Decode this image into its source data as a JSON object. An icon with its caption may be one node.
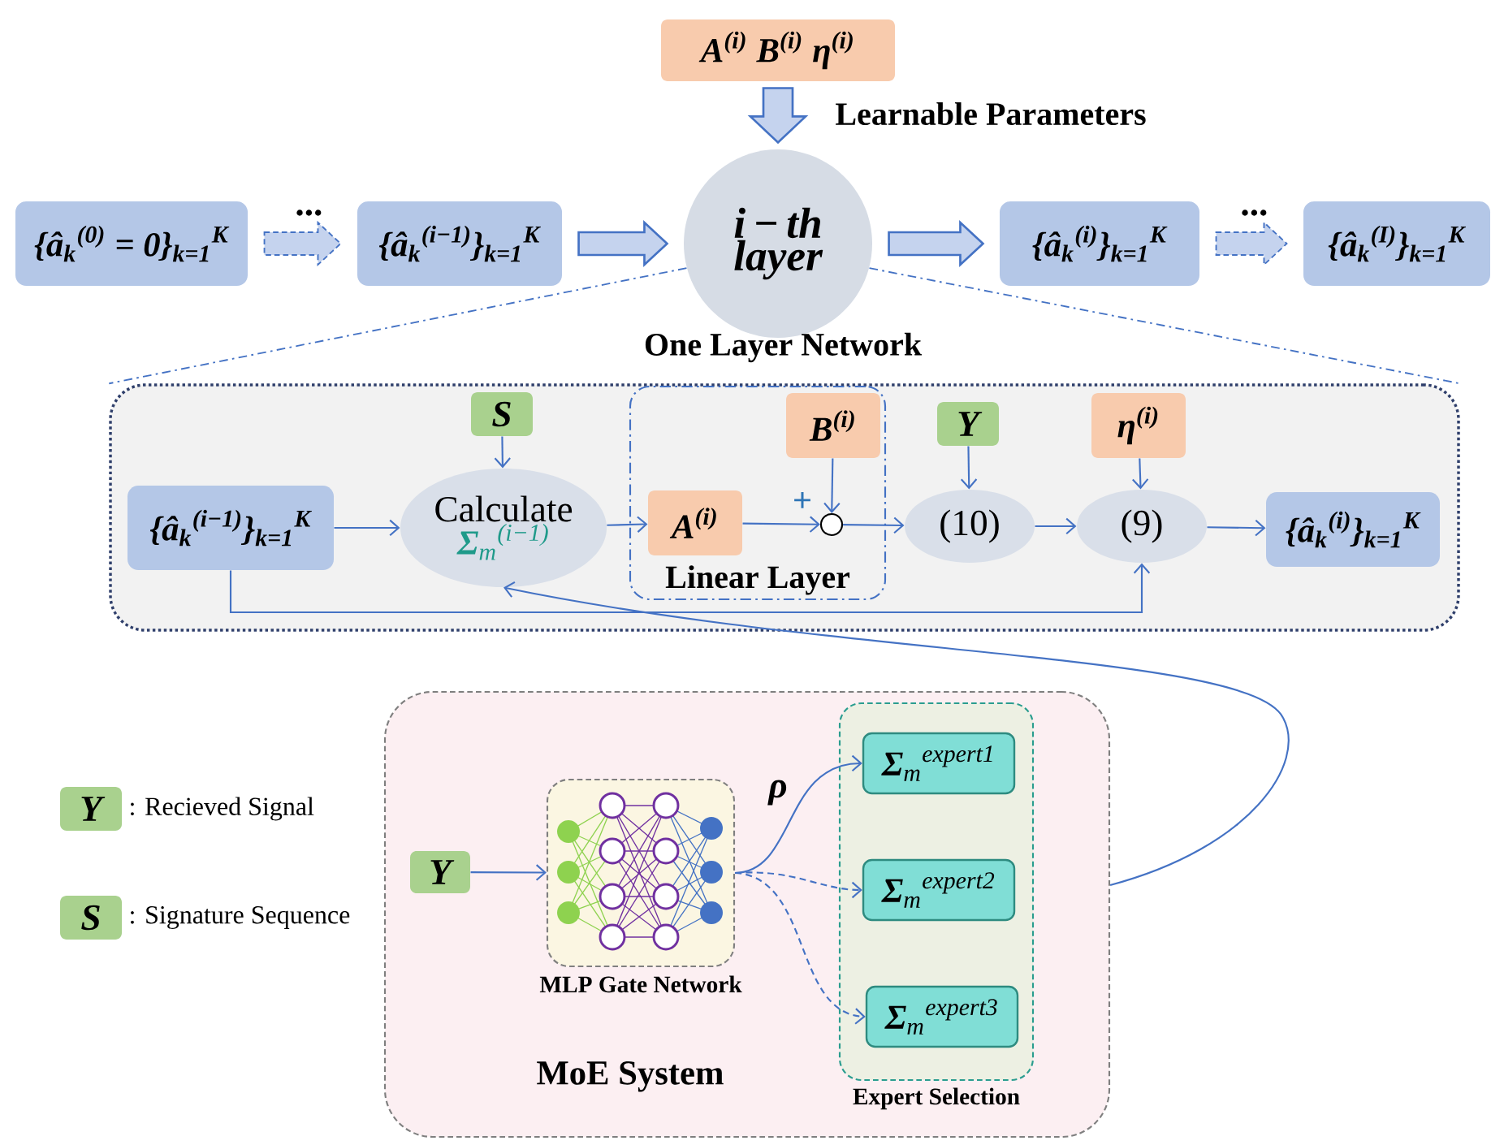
{
  "diagram": {
    "nodes": [
      {
        "text": [
          "A$^{(i)}$ B$^{(i)}$ η$^{(i)}$"
        ]
      },
      {
        "text": [
          "{â$_{k}$$^{(0)}$ = 0}$_{k=1}$$^{K}$"
        ]
      },
      {
        "text": [
          "{â$_{k}$$^{(i−1)}$}$_{k=1}$$^{K}$"
        ]
      },
      {
        "text": [
          "i − th layer"
        ],
        "beside": [
          "One Layer Network"
        ]
      },
      {
        "text": [
          "{â$_{k}$$^{(i)}$}$_{k=1}$$^{K}$"
        ]
      },
      {
        "text": [
          "{â$_{k}$$^{(I)}$}$_{k=1}$$^{K}$"
        ]
      },
      {
        "text": [],
        "shape": "box"
      },
      {
        "text": [
          "{â$_{k}$$^{(i−1)}$}$_{k=1}$$^{K}$"
        ],
        "in": 6
      },
      {
        "text": [
          "S"
        ],
        "in": 6
      },
      {
        "text": [
          "Calculate",
          "**Σ**$_{m}$$^{(i−1)}$"
        ],
        "in": 6
      },
      {
        "text": [
          "Linear Layer"
        ],
        "in": 6
      },
      {
        "text": [
          "A$^{(i)}$"
        ],
        "in": 10
      },
      {
        "text": [
          "B$^{(i)}$"
        ],
        "in": 10
      },
      {
        "text": [],
        "shape": "circle",
        "beside": [
          "+"
        ],
        "in": 10
      },
      {
        "text": [
          "Y"
        ],
        "in": 6
      },
      {
        "text": [
          "(10)"
        ],
        "in": 6
      },
      {
        "text": [
          "η$^{(i)}$"
        ],
        "in": 6
      },
      {
        "text": [
          "(9)"
        ],
        "in": 6
      },
      {
        "text": [
          "{â$_{k}$$^{(i)}$}$_{k=1}$$^{K}$"
        ],
        "in": 6
      },
      {
        "text": [
          "MoE System"
        ]
      },
      {
        "text": [
          "Y"
        ],
        "in": 19
      },
      {
        "text": [
          "MLP Gate Network"
        ],
        "in": 19
      },
      {
        "text": [
          "Expert Selection"
        ],
        "in": 19
      },
      {
        "text": [
          "**Σ**$_{m}$$^{expert1}$"
        ],
        "in": 22
      },
      {
        "text": [
          "**Σ**$_{m}$$^{expert2}$"
        ],
        "in": 22
      },
      {
        "text": [
          "**Σ**$_{m}$$^{expert3}$"
        ],
        "in": 22
      },
      {
        "text": [
          "Y"
        ],
        "beside": [
          ": Recieved Signal"
        ]
      },
      {
        "text": [
          "S"
        ],
        "beside": [
          ": Signature Sequence"
        ]
      }
    ],
    "edges": [
      {
        "from": 0,
        "to": 3,
        "arrow": "to",
        "style": "thick"
      },
      {
        "from": 1,
        "to": 2,
        "arrow": "to",
        "style": "dashed",
        "label": "..."
      },
      {
        "from": 2,
        "to": 3,
        "arrow": "to",
        "style": "thick"
      },
      {
        "from": 3,
        "to": 4,
        "arrow": "to",
        "style": "thick"
      },
      {
        "from": 4,
        "to": 5,
        "arrow": "to",
        "style": "dashed",
        "label": "..."
      },
      {
        "from": 8,
        "to": 9,
        "arrow": "to"
      },
      {
        "from": 7,
        "to": 9,
        "arrow": "to"
      },
      {
        "from": 9,
        "to": 11,
        "arrow": "to"
      },
      {
        "from": 11,
        "to": 13,
        "arrow": "to"
      },
      {
        "from": 12,
        "to": 13,
        "arrow": "to"
      },
      {
        "from": 13,
        "to": 15,
        "arrow": "to"
      },
      {
        "from": 14,
        "to": 15,
        "arrow": "to"
      },
      {
        "from": 15,
        "to": 17,
        "arrow": "to"
      },
      {
        "from": 16,
        "to": 17,
        "arrow": "to"
      },
      {
        "from": 17,
        "to": 18,
        "arrow": "to"
      },
      {
        "from": 7,
        "to": 17,
        "arrow": "to"
      },
      {
        "from": 19,
        "to": 9,
        "arrow": "to"
      },
      {
        "from": 20,
        "to": 21,
        "arrow": "to"
      },
      {
        "from": 21,
        "to": 23,
        "arrow": "to",
        "label": "ρ"
      },
      {
        "from": 21,
        "to": 24,
        "arrow": "to",
        "style": "dashed"
      },
      {
        "from": 21,
        "to": 25,
        "arrow": "to",
        "style": "dashed"
      },
      {
        "from": 3,
        "to": 6,
        "arrow": "none",
        "style": "dashed"
      },
      {
        "from": 3,
        "to": 6,
        "arrow": "none",
        "style": "dashed"
      }
    ],
    "labels": [
      "Learnable Parameters"
    ]
  }
}
